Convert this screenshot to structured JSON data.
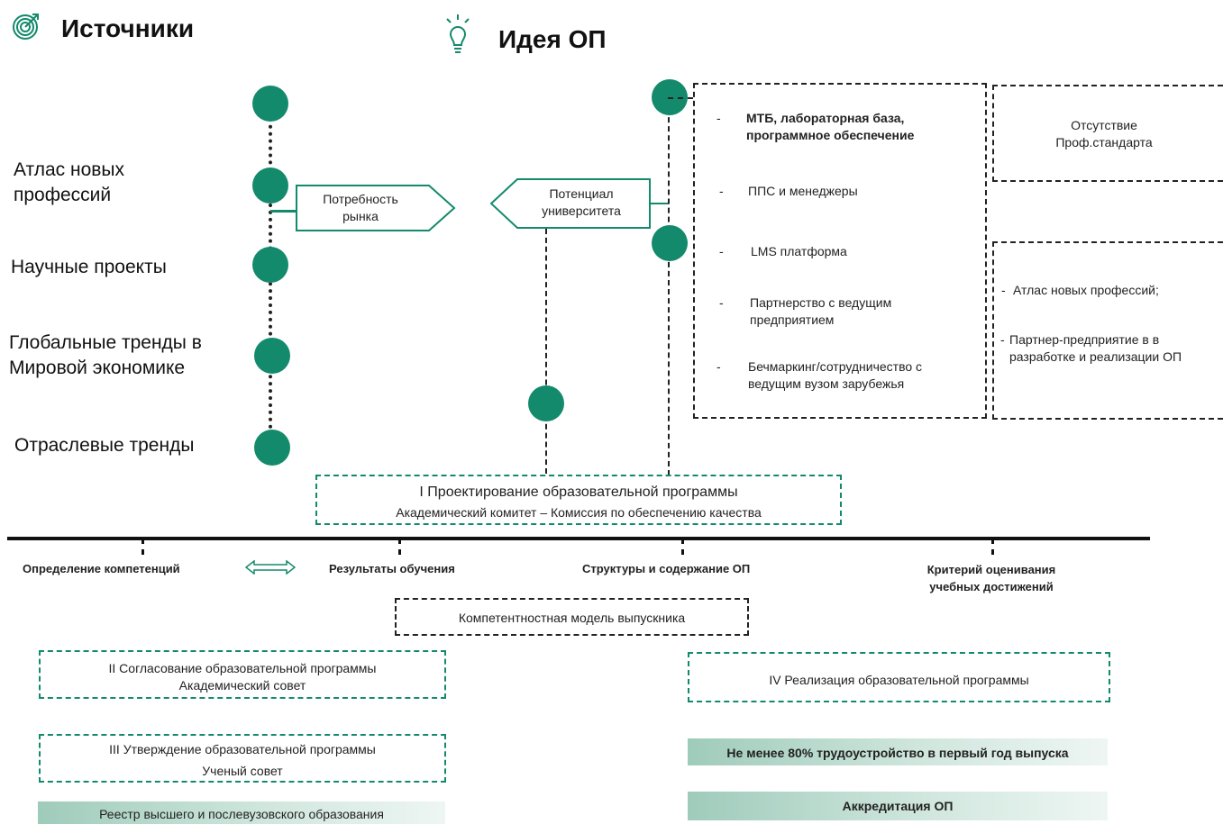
{
  "headers": {
    "sources": "Источники",
    "idea": "Идея ОП"
  },
  "sources": [
    "Атлас новых профессий",
    "Научные проекты",
    "Глобальные тренды в Мировой экономике",
    "Отраслевые тренды"
  ],
  "arrows": {
    "market_need": "Потребность рынка",
    "university_potential": "Потенциал университета"
  },
  "resources": [
    "МТБ, лабораторная база, программное обеспечение",
    "ППС и менеджеры",
    "LMS платформа",
    "Партнерство с ведущим предприятием",
    "Бечмаркинг/сотрудничество с ведущим вузом зарубежья"
  ],
  "bullet_mark": "-",
  "side_boxes": {
    "no_standard": "Отсутствие Проф.стандарта",
    "atlas": "Атлас новых профессий;",
    "partner": "Партнер-предприятие в в разработке и реализации ОП"
  },
  "stage1": {
    "title": "I Проектирование образовательной программы",
    "subtitle": "Академический комитет – Комиссия по обеспечению качества"
  },
  "timeline": {
    "competencies": "Определение компетенций",
    "outcomes": "Результаты обучения",
    "structure": "Структуры и содержание ОП",
    "criteria": "Критерий оценивания учебных достижений"
  },
  "graduate_model": "Компетентностная модель выпускника",
  "stage2": {
    "title": "II Согласование образовательной программы",
    "subtitle": "Академический совет"
  },
  "stage3": {
    "title": "III Утверждение образовательной программы",
    "subtitle": "Ученый совет"
  },
  "stage4": {
    "title": "IV Реализация образовательной программы"
  },
  "registry": "Реестр высшего и послевузовского образования",
  "employment": "Не менее 80% трудоустройство в первый год выпуска",
  "accreditation": "Аккредитация ОП",
  "colors": {
    "accent": "#138a6c",
    "line": "#222222"
  },
  "icons": {
    "sources": "target-icon",
    "idea": "lightbulb-icon",
    "double_arrow": "double-arrow-icon"
  }
}
